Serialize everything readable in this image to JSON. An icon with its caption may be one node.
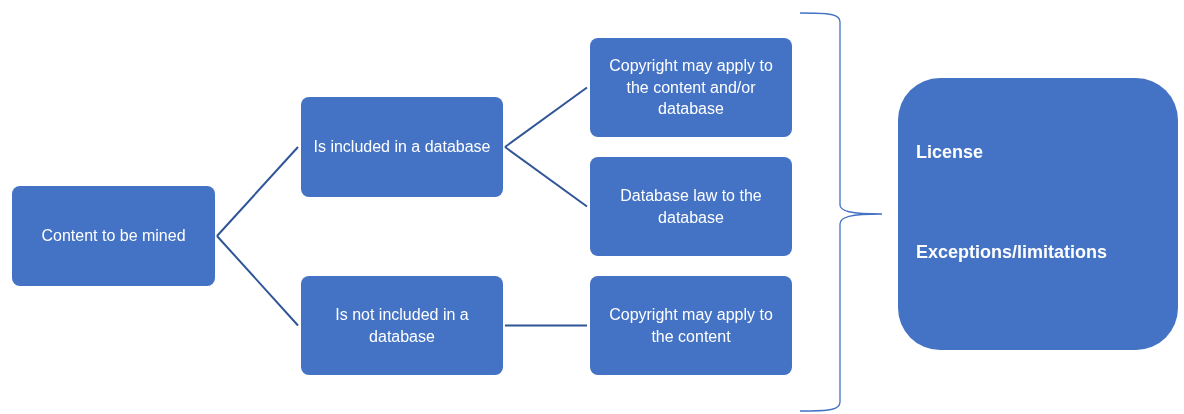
{
  "diagram": {
    "nodes": [
      {
        "text": [
          "Content to be mined"
        ]
      },
      {
        "text": [
          "Is included in a database"
        ]
      },
      {
        "text": [
          "Is not included in a database"
        ]
      },
      {
        "text": [
          "Copyright may apply to the content and/or database"
        ]
      },
      {
        "text": [
          "Database law to the database"
        ]
      },
      {
        "text": [
          "Copyright may apply to the content"
        ]
      },
      {
        "text": [
          "License",
          "Exceptions/limitations"
        ]
      }
    ],
    "edges": [
      {
        "from": 0,
        "to": 1,
        "arrow": "none"
      },
      {
        "from": 0,
        "to": 2,
        "arrow": "none"
      },
      {
        "from": 1,
        "to": 3,
        "arrow": "none"
      },
      {
        "from": 1,
        "to": 4,
        "arrow": "none"
      },
      {
        "from": 2,
        "to": 5,
        "arrow": "none"
      }
    ]
  }
}
